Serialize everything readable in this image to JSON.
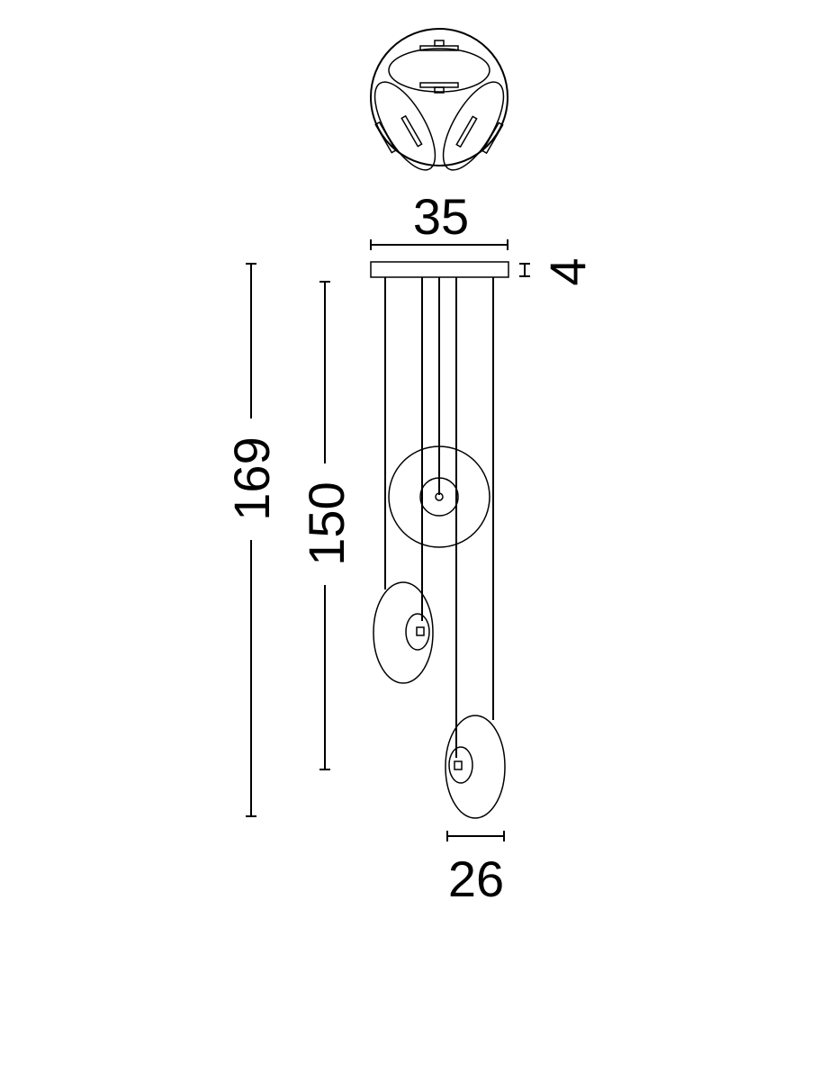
{
  "dimensions": {
    "canopy_width": "35",
    "canopy_height": "4",
    "total_height": "169",
    "cord_height": "150",
    "shade_width": "26"
  },
  "colors": {
    "line": "#000000",
    "background": "#ffffff"
  }
}
